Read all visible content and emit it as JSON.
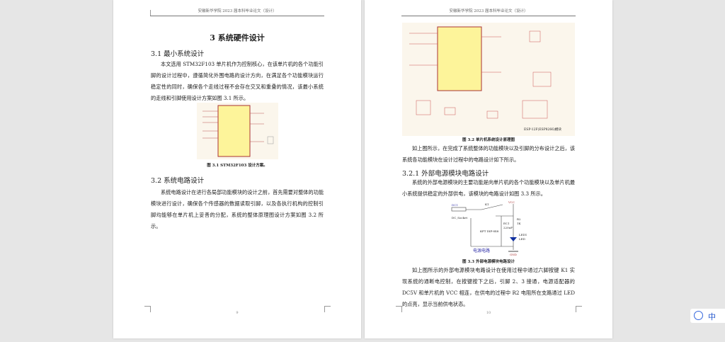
{
  "header": "安徽新华学院 2023 届本科毕业论文（设计）",
  "page1": {
    "chapter_title": "3 系统硬件设计",
    "section1_title": "3.1 最小系统设计",
    "section1_text": "本文选用 STM32F103 单片机作为控制核心，在该单片机的各个功能引脚的设计过程中，遵循简化外围电路的设计方向，在满足各个功能模块运行稳定性的同时，确保各个走线过程不会存在交叉和重叠的情况，该最小系统的走线和引脚使用设计方案如图 3.1 所示。",
    "figure1_caption": "图 3.1 STM32F103 设计方案。",
    "section2_title": "3.2 系统电路设计",
    "section2_text": "系统电路设计在进行各局部功能模块的设计之前，首先需要对整体的功能模块进行设计，确保各个传感器的数据读取引脚，以及各执行机构的控制引脚均能够在单片机上妥善的分配，系统的整体原理图设计方案如图 3.2 所示。",
    "page_number": "9"
  },
  "page2": {
    "figure2_caption": "图 3.2 单片机系统设计原理图",
    "figure2_label": "ESP-12F(ESP8266)模块",
    "para1": "如上图所示，在完成了系统整体的功能模块以及引脚的分布设计之后，该系统各功能模块在设计过程中的电路设计如下所示。",
    "subsection_title": "3.2.1 外部电源模块电路设计",
    "para2": "系统的外部电源模块的主要功能是向单片机的各个功能模块以及单片机最小系统提供稳定的外部供电，该模块的电路设计如图 3.3 所示。",
    "figure3": {
      "title": "电源电路",
      "labels": {
        "dc": "DC1",
        "socket": "DC_Socket",
        "switch": "K1",
        "switch_part": "KFT DIP-8X8",
        "vcc": "VCC",
        "gnd": "GND",
        "cap": "EC1",
        "cap_val": "220uF",
        "res": "R2",
        "res_val": "1K",
        "led": "LED1",
        "led_label": "LED"
      }
    },
    "figure3_caption": "图 3.3 外部电源模块电路设计",
    "para3": "如上图所示的外部电源模块电路设计在使用过程中通过六脚按键 K1 实现系统的通断电控制，在按键按下之后，引脚 2、3 接通，电源适配器的 DC5V 和单片机的 VCC 相连，在供电的过程中 R2 电阻所在支路通过 LED 的点亮，显示当前供电状态。",
    "page_number": "10"
  },
  "tray": {
    "ime_label": "中"
  }
}
